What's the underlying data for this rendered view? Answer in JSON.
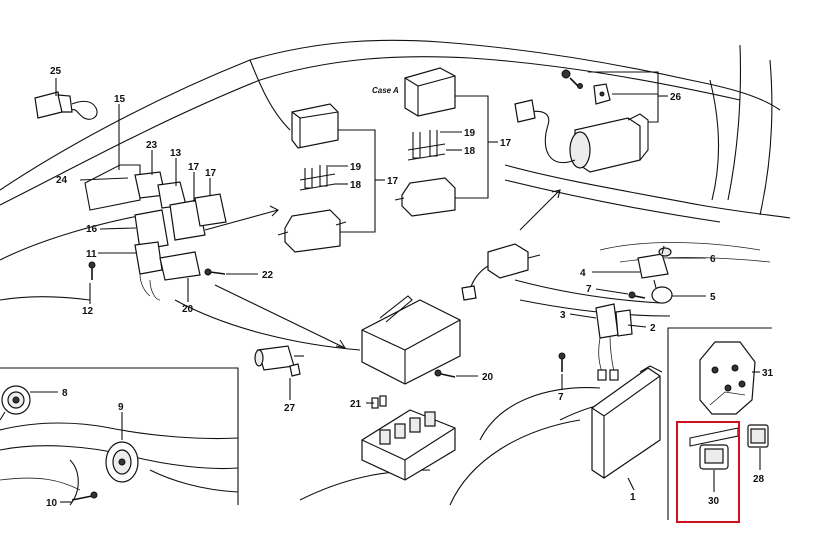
{
  "highlight_color": "#d0101a",
  "diagram": {
    "case_label": "Case A",
    "callouts": {
      "c1": "1",
      "c2": "2",
      "c3": "3",
      "c4": "4",
      "c5": "5",
      "c6": "6",
      "c7a": "7",
      "c7b": "7",
      "c8": "8",
      "c9": "9",
      "c10": "10",
      "c11": "11",
      "c12": "12",
      "c13": "13",
      "c15": "15",
      "c16": "16",
      "c17a": "17",
      "c17b": "17",
      "c17c": "17",
      "c17d": "17",
      "c18a": "18",
      "c18b": "18",
      "c19a": "19",
      "c19b": "19",
      "c20a": "20",
      "c20b": "20",
      "c21": "21",
      "c22": "22",
      "c23": "23",
      "c24": "24",
      "c25": "25",
      "c26": "26",
      "c27": "27",
      "c28": "28",
      "c30": "30",
      "c31": "31"
    }
  }
}
